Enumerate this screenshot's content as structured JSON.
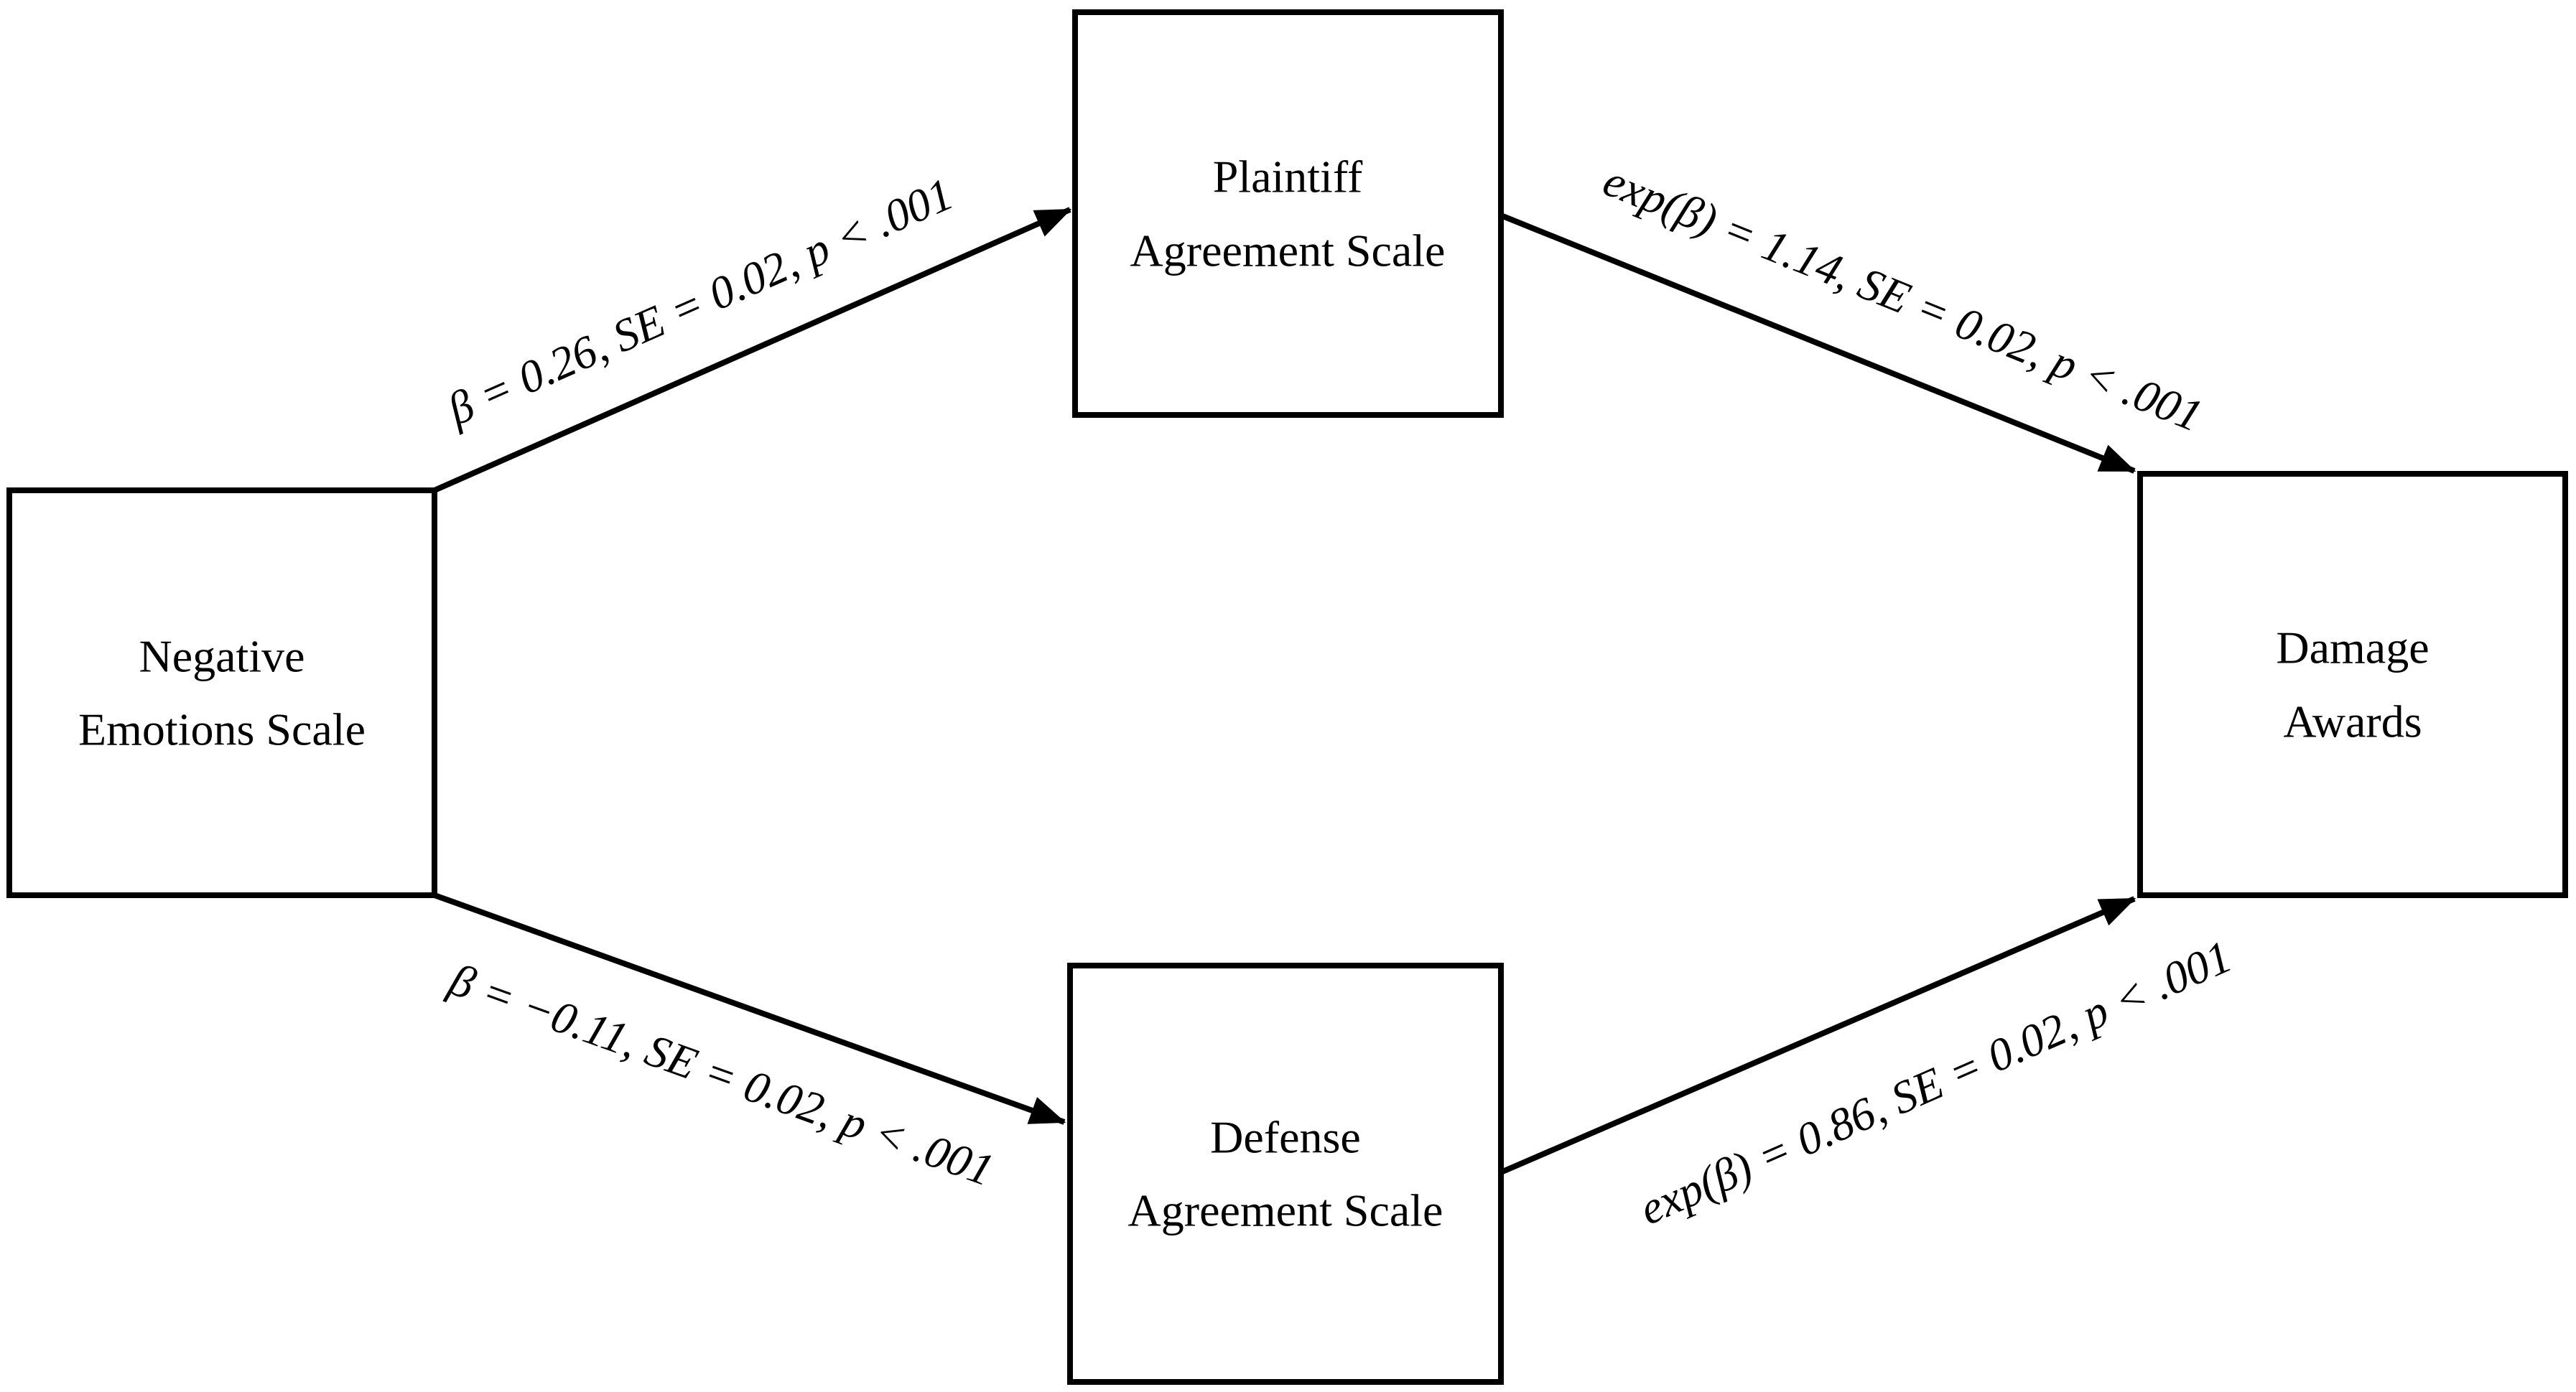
{
  "figure": {
    "type": "path-diagram",
    "background_color": "#ffffff",
    "ink_color": "#000000"
  },
  "nodes": {
    "negative_emotions": {
      "line1": "Negative",
      "line2": "Emotions Scale"
    },
    "plaintiff": {
      "line1": "Plaintiff",
      "line2": "Agreement Scale"
    },
    "defense": {
      "line1": "Defense",
      "line2": "Agreement Scale"
    },
    "damage": {
      "line1": "Damage",
      "line2": "Awards"
    }
  },
  "paths": {
    "neg_to_plaintiff": {
      "label": "β = 0.26, SE = 0.02, p < .001"
    },
    "plaintiff_to_damage": {
      "label": "exp(β) = 1.14, SE = 0.02, p < .001"
    },
    "neg_to_defense": {
      "label": "β = −0.11, SE = 0.02, p < .001"
    },
    "defense_to_damage": {
      "label": "exp(β) = 0.86, SE = 0.02, p < .001"
    }
  }
}
